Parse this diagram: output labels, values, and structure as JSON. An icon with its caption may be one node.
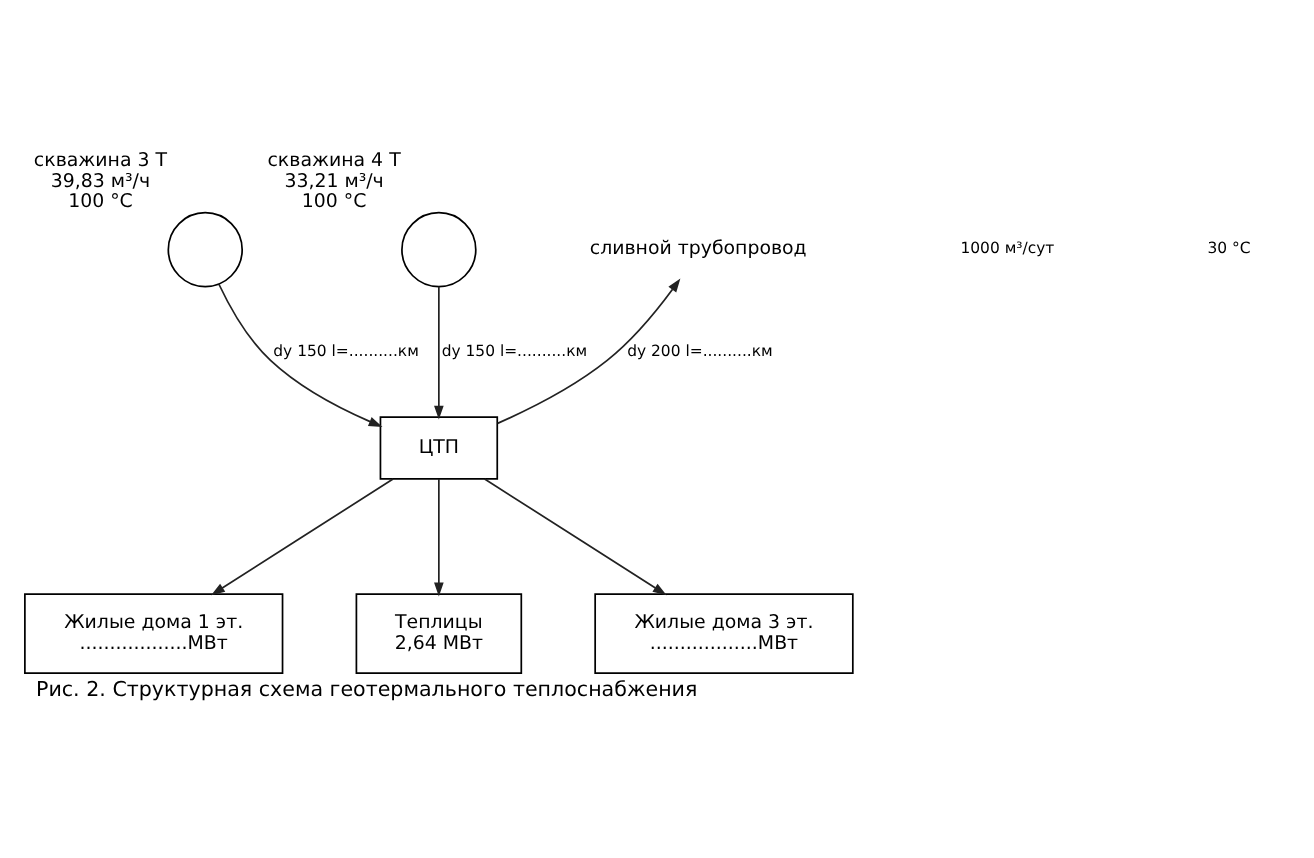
{
  "diagram": {
    "caption": "Рис. 2. Структурная схема геотермального теплоснабжения",
    "nodes": [
      {
        "text": [
          "скважина 3 Т"
        ],
        "beside": [
          "39,83 м³/ч",
          "100 °С"
        ]
      },
      {
        "text": [
          "сливной трубопровод"
        ]
      },
      {
        "text": [
          "скважина 4 Т"
        ],
        "beside": [
          "33,21 м³/ч",
          "100 °С"
        ]
      },
      {
        "text": [
          "ЦТП"
        ]
      },
      {
        "text": [
          "Жилые дома 1 эт.",
          "..................МВт"
        ]
      },
      {
        "text": [
          "Теплицы",
          "2,64 МВт"
        ]
      },
      {
        "text": [
          "Жилые дома 3 эт.",
          "..................МВт"
        ]
      }
    ],
    "edges": [
      {
        "from": 0,
        "to": 3,
        "arrow": "to",
        "label": "dy 150 l=..........км"
      },
      {
        "from": 2,
        "to": 3,
        "arrow": "to",
        "label": "dy 150 l=..........км"
      },
      {
        "from": 3,
        "to": 1,
        "arrow": "to",
        "label": "dy 200 l=..........км"
      },
      {
        "from": 3,
        "to": 4,
        "arrow": "to"
      },
      {
        "from": 3,
        "to": 5,
        "arrow": "to"
      },
      {
        "from": 3,
        "to": 6,
        "arrow": "to"
      }
    ],
    "labels": [
      "1000 м³/сут",
      "30 °С"
    ]
  }
}
